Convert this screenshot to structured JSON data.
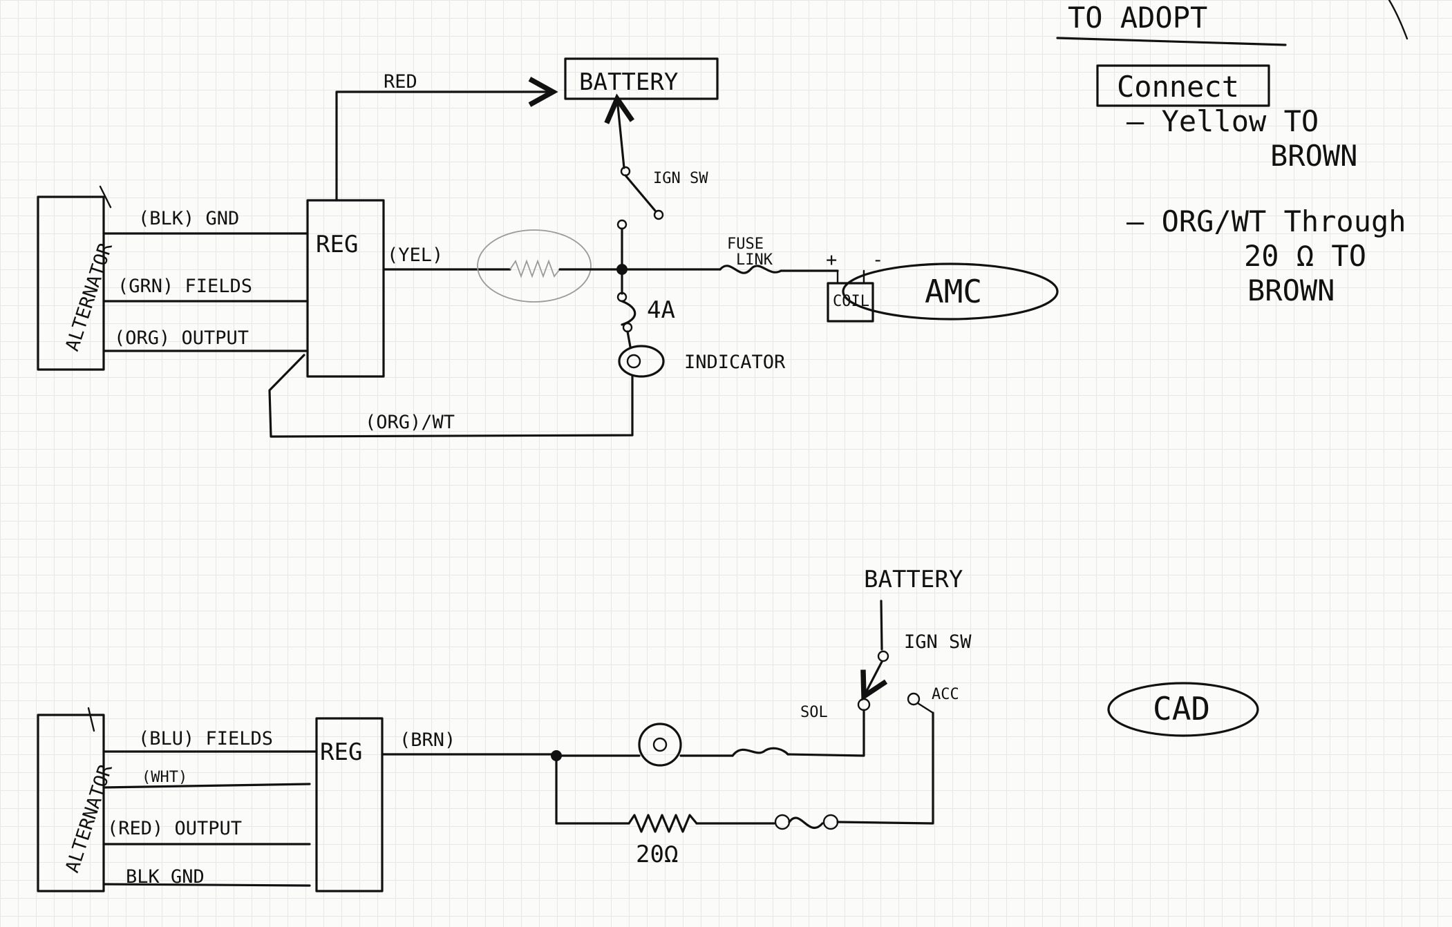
{
  "note": {
    "title": "TO ADOPT",
    "connect": "Connect",
    "line1": "— Yellow TO",
    "line2": "BROWN",
    "line3": "— ORG/WT Through",
    "line4": "20 Ω TO",
    "line5": "BROWN"
  },
  "amc": {
    "label": "AMC",
    "alternator": "ALTERNATOR",
    "regulator": "REG",
    "battery": "BATTERY",
    "red_wire": "RED",
    "ign_sw": "IGN SW",
    "blk_gnd": "(BLK) GND",
    "grn_fields": "(GRN) FIELDS",
    "org_output": "(ORG) OUTPUT",
    "yel_wire": "(YEL)",
    "fuse_link": "FUSE",
    "fuse_link2": "LINK",
    "coil": "COIL",
    "coil_plus": "+",
    "coil_minus": "-",
    "fuse_4a": "4A",
    "indicator": "INDICATOR",
    "org_wt_wire": "(ORG)/WT"
  },
  "cad": {
    "label": "CAD",
    "alternator": "ALTERNATOR",
    "regulator": "REG",
    "battery": "BATTERY",
    "ign_sw": "IGN SW",
    "sol": "SOL",
    "acc": "ACC",
    "blu_fields": "(BLU) FIELDS",
    "wht_wire": "(WHT)",
    "red_output": "(RED) OUTPUT",
    "blk_gnd": "BLK GND",
    "brn_wire": "(BRN)",
    "resistor_value": "20Ω"
  }
}
